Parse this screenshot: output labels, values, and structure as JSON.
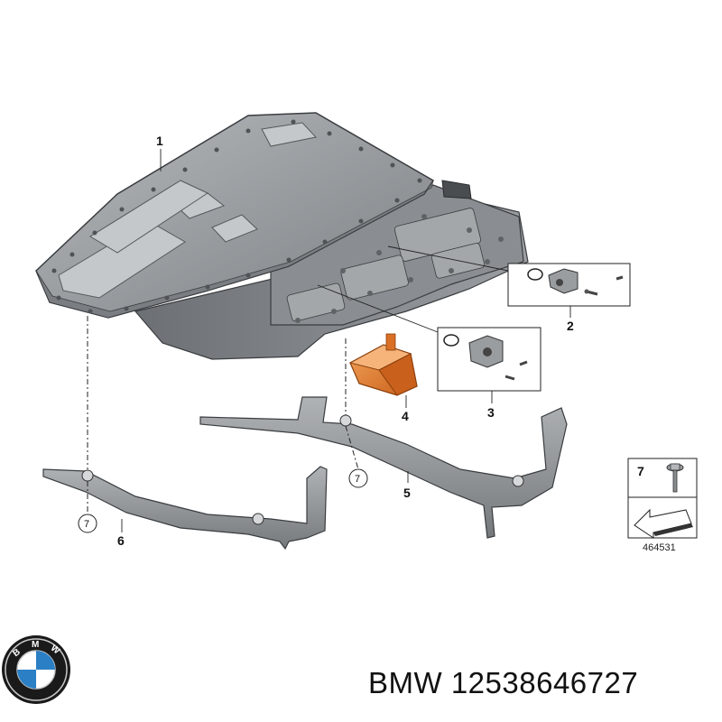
{
  "callouts": {
    "c1": "1",
    "c2": "2",
    "c3": "3",
    "c4": "4",
    "c5": "5",
    "c6": "6",
    "c7": "7",
    "circ_a": "7",
    "circ_b": "7"
  },
  "legend": {
    "number": "7"
  },
  "diagram_ref": "464531",
  "footer": {
    "brand": "BMW",
    "part_number": "12538646727"
  },
  "colors": {
    "housing": "#8e9296",
    "bracket": "#8a8d90",
    "highlight": "#e07a2a",
    "outline": "#3a3d40"
  }
}
